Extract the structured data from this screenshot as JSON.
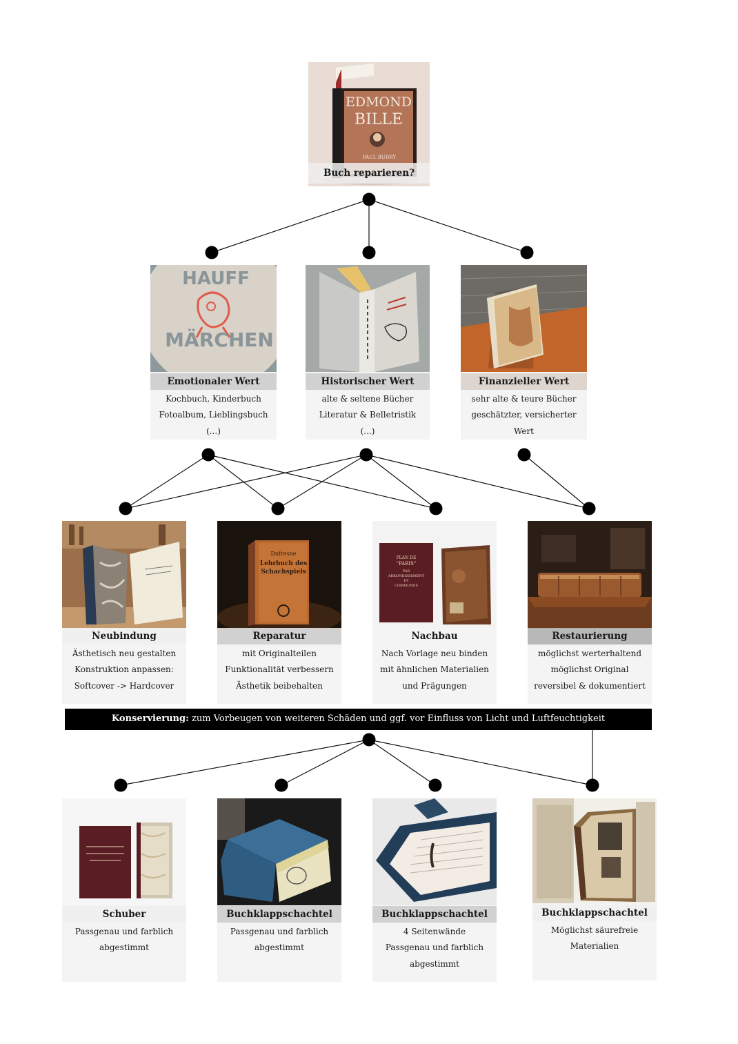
{
  "colors": {
    "node": "#000000",
    "line": "#111111",
    "band_bg": "#000000",
    "card_bg": "#f4f4f4"
  },
  "root": {
    "title": "Buch reparieren?",
    "cover_line1": "EDMOND",
    "cover_line2": "BILLE",
    "cover_author": "PAUL BUDRY",
    "image": "book-edmond-bille"
  },
  "values": [
    {
      "title": "Emotionaler Wert",
      "lines": [
        "Kochbuch, Kinderbuch",
        "Fotoalbum, Lieblingsbuch",
        "(...)"
      ],
      "image": "linen-cover-hauff-maerchen",
      "cover_top": "HAUFF",
      "cover_bottom": "MÄRCHEN"
    },
    {
      "title": "Historischer Wert",
      "lines": [
        "alte & seltene Bücher",
        "Literatur & Belletristik",
        "(...)"
      ],
      "image": "open-grey-linen-book"
    },
    {
      "title": "Finanzieller Wert",
      "lines": [
        "sehr alte & teure Bücher",
        "geschätzter, versicherter",
        "Wert"
      ],
      "image": "illustrated-book-on-table"
    }
  ],
  "methods": [
    {
      "title": "Neubindung",
      "lines": [
        "Ästhetisch neu gestalten",
        "Konstruktion anpassen:",
        "Softcover -> Hardcover"
      ],
      "image": "marbled-books-workshop"
    },
    {
      "title": "Reparatur",
      "lines": [
        "mit Originalteilen",
        "Funktionalität verbessern",
        "Ästhetik beibehalten"
      ],
      "image": "brown-chess-book",
      "cover_line1": "Dufresne",
      "cover_line2": "Lehrbuch des",
      "cover_line3": "Schachspiels"
    },
    {
      "title": "Nachbau",
      "lines": [
        "Nach Vorlage neu binden",
        "mit ähnlichen Materialien",
        "und Prägungen"
      ],
      "image": "plan-de-paris-replica",
      "cover_line1": "PLAN DE",
      "cover_line2": "\"PARIS\"",
      "cover_line3": "PAR",
      "cover_line4": "ARRONDISSEMENT",
      "cover_line5": "ET",
      "cover_line6": "COMMUNES"
    },
    {
      "title": "Restaurierung",
      "lines": [
        "möglichst werterhaltend",
        "möglichst Original",
        "reversibel  & dokumentiert"
      ],
      "image": "leather-book-restored"
    }
  ],
  "conservation": {
    "label": "Konservierung:",
    "text": " zum Vorbeugen von weiteren Schäden und ggf. vor Einfluss von Licht und Luftfeuchtigkeit"
  },
  "enclosures": [
    {
      "title": "Schuber",
      "lines": [
        "Passgenau und farblich",
        "abgestimmt"
      ],
      "image": "slipcase-plan-de-paris"
    },
    {
      "title": "Buchklappschachtel",
      "lines": [
        "Passgenau und farblich",
        "abgestimmt"
      ],
      "image": "blue-clamshell-box"
    },
    {
      "title": "Buchklappschachtel",
      "lines": [
        "4 Seitenwände",
        "Passgenau und farblich",
        "abgestimmt"
      ],
      "image": "dark-blue-portfolio-box"
    },
    {
      "title": "Buchklappschachtel",
      "lines": [
        "Möglichst säurefreie",
        "Materialien"
      ],
      "image": "beige-box-old-book"
    }
  ]
}
